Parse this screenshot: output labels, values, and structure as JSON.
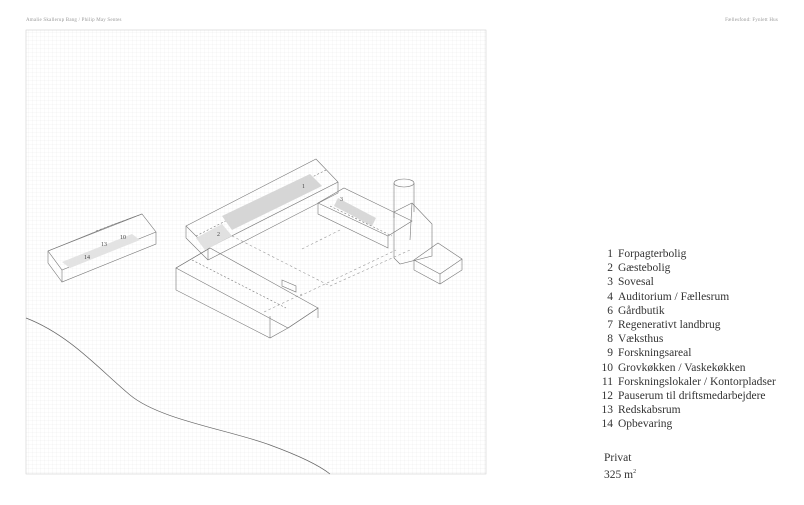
{
  "header": {
    "left": "Amalie Skallerup Bang / Philip May Sentes",
    "right": "Fællesfond: Fynlett Hus"
  },
  "diagram_labels": [
    "1",
    "2",
    "3",
    "10",
    "13",
    "14"
  ],
  "legend": [
    {
      "num": "1",
      "label": "Forpagterbolig"
    },
    {
      "num": "2",
      "label": "Gæstebolig"
    },
    {
      "num": "3",
      "label": "Sovesal"
    },
    {
      "num": "4",
      "label": "Auditorium / Fællesrum"
    },
    {
      "num": "6",
      "label": "Gårdbutik"
    },
    {
      "num": "7",
      "label": "Regenerativt landbrug"
    },
    {
      "num": "8",
      "label": "Væksthus"
    },
    {
      "num": "9",
      "label": "Forskningsareal"
    },
    {
      "num": "10",
      "label": "Grovkøkken / Vaskekøkken"
    },
    {
      "num": "11",
      "label": "Forskningslokaler / Kontorpladser"
    },
    {
      "num": "12",
      "label": "Pauserum til driftsmedarbejdere"
    },
    {
      "num": "13",
      "label": "Redskabsrum"
    },
    {
      "num": "14",
      "label": "Opbevaring"
    }
  ],
  "summary": {
    "title": "Privat",
    "area_value": "325 m",
    "area_sup": "2"
  }
}
